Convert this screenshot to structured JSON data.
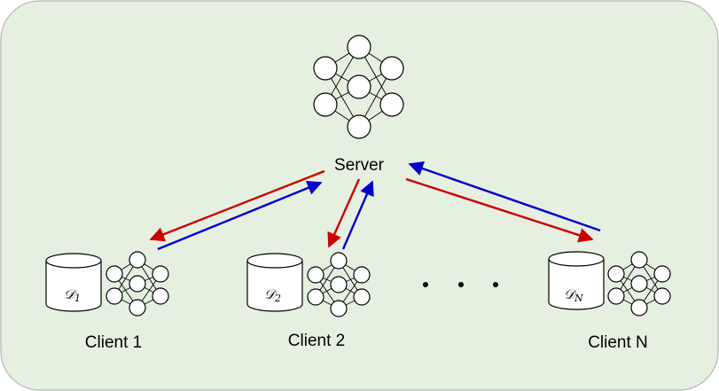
{
  "server": {
    "label": "Server"
  },
  "clients": [
    {
      "label": "Client 1",
      "dataset": "𝒟",
      "subscript": "1"
    },
    {
      "label": "Client 2",
      "dataset": "𝒟",
      "subscript": "2"
    },
    {
      "label": "Client N",
      "dataset": "𝒟",
      "subscript": "N"
    }
  ],
  "colors": {
    "background": "#e6f0e1",
    "border": "#b5b5b5",
    "download_arrow": "#cc0000",
    "upload_arrow": "#0000cc"
  }
}
